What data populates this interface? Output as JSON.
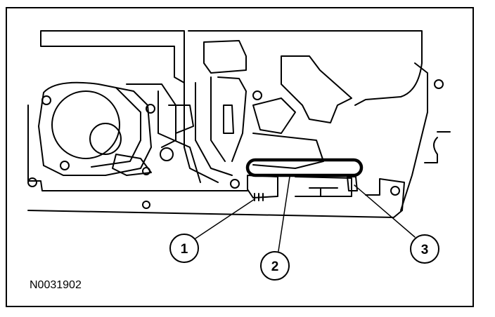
{
  "figure": {
    "id": "N0031902",
    "callouts": [
      {
        "number": "1"
      },
      {
        "number": "2"
      },
      {
        "number": "3"
      }
    ]
  }
}
